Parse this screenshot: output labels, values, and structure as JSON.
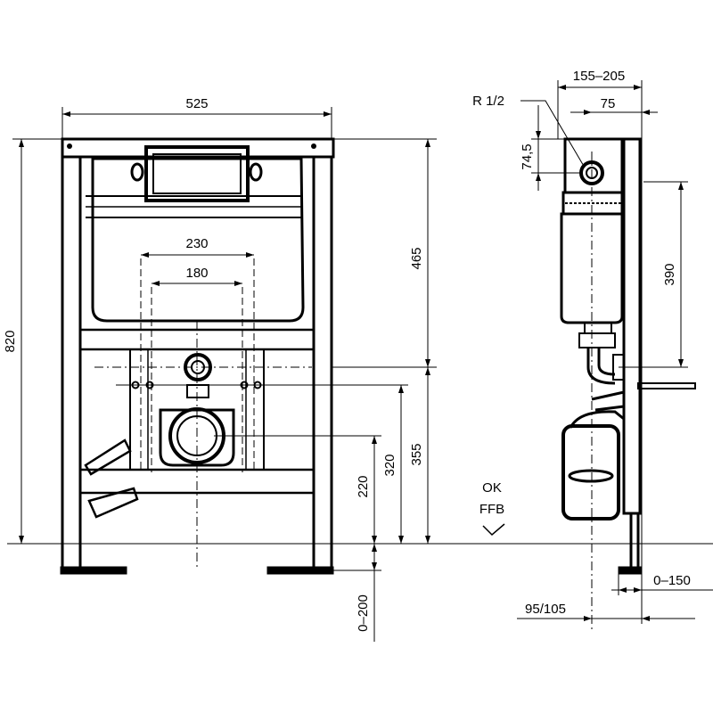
{
  "front_view": {
    "width": "525",
    "height_total": "820",
    "dim_230": "230",
    "dim_180": "180",
    "dim_465": "465",
    "dim_355": "355",
    "dim_320": "320",
    "dim_220": "220",
    "dim_0_200": "0–200"
  },
  "side_view": {
    "depth_range": "155–205",
    "dim_75": "75",
    "thread": "R 1/2",
    "dim_74_5": "74,5",
    "dim_390": "390",
    "dim_0_150": "0–150",
    "dim_95_105": "95/105"
  },
  "floor_label": {
    "line1": "OK",
    "line2": "FFB"
  }
}
